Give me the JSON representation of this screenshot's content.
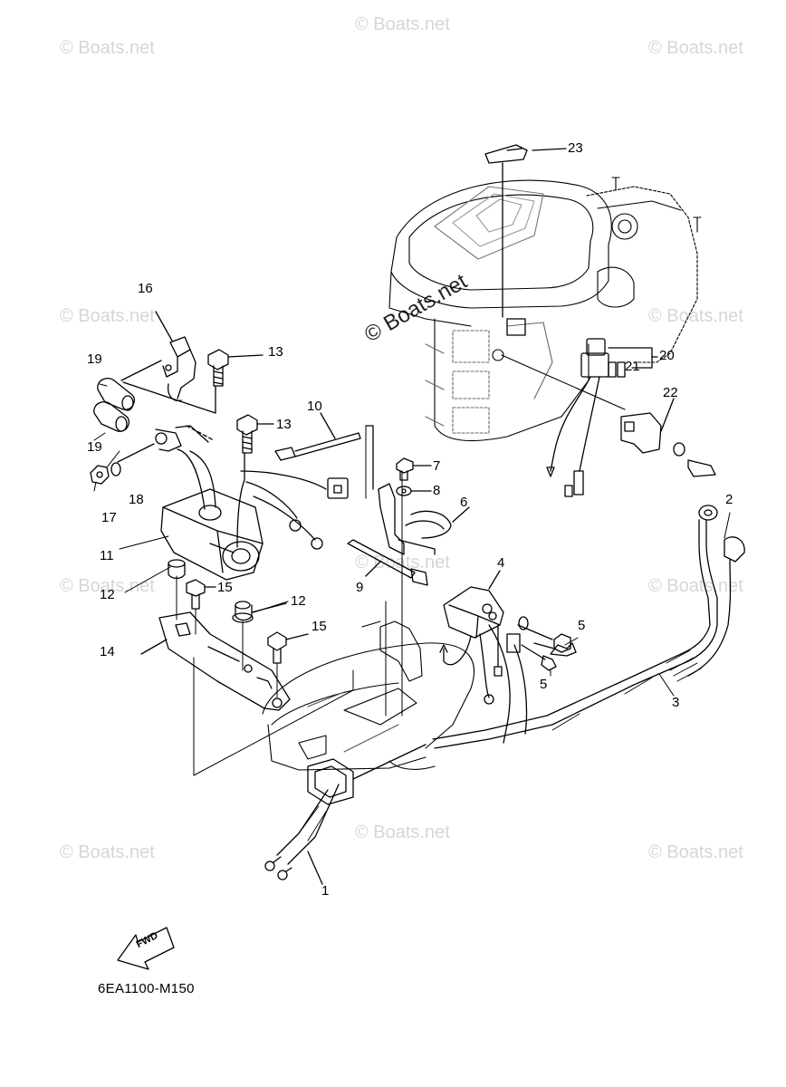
{
  "watermark": "© Boats.net",
  "diagram_code": "6EA1100-M150",
  "fwd_label": "FWD",
  "callouts": {
    "c1": "1",
    "c2": "2",
    "c3": "3",
    "c4": "4",
    "c5a": "5",
    "c5b": "5",
    "c6": "6",
    "c7": "7",
    "c8": "8",
    "c9": "9",
    "c10": "10",
    "c11": "11",
    "c12a": "12",
    "c12b": "12",
    "c13a": "13",
    "c13b": "13",
    "c14": "14",
    "c15a": "15",
    "c15b": "15",
    "c16": "16",
    "c17": "17",
    "c18": "18",
    "c19a": "19",
    "c19b": "19",
    "c20": "20",
    "c21": "21",
    "c22": "22",
    "c23": "23"
  }
}
